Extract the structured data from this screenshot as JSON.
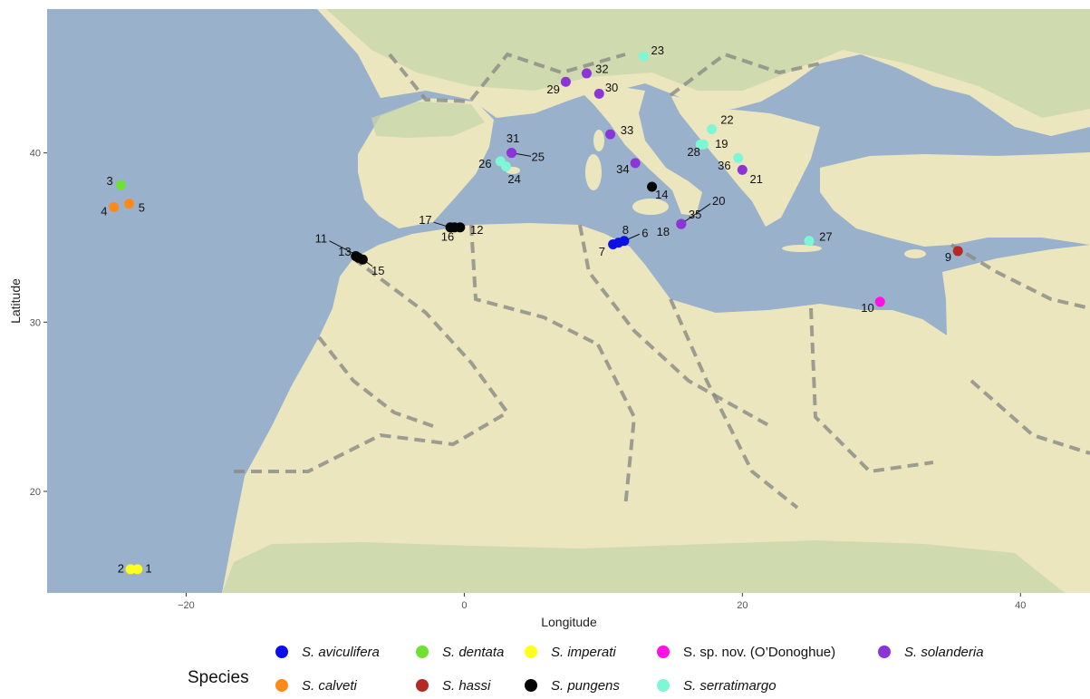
{
  "chart_data": {
    "type": "scatter",
    "xlabel": "Longitude",
    "ylabel": "Latitude",
    "xlim": [
      -30,
      45
    ],
    "ylim": [
      14,
      48.5
    ],
    "xticks": [
      -20,
      0,
      20,
      40
    ],
    "yticks": [
      20,
      30,
      40
    ],
    "xtick_labels": [
      "−20",
      "0",
      "20",
      "40"
    ],
    "ytick_labels": [
      "20",
      "30",
      "40"
    ],
    "grid": false,
    "legend_position": "bottom",
    "legend_title": "Species",
    "series": [
      {
        "name": "S. aviculifera",
        "italic": true,
        "color": "#0a10e6",
        "points": [
          {
            "label": "6",
            "lon": 11.5,
            "lat": 34.8
          },
          {
            "label": "7",
            "lon": 10.7,
            "lat": 34.6
          },
          {
            "label": "8",
            "lon": 11.1,
            "lat": 34.7
          }
        ]
      },
      {
        "name": "S. calveti",
        "italic": true,
        "color": "#ff8a1c",
        "points": [
          {
            "label": "4",
            "lon": -25.2,
            "lat": 36.8
          },
          {
            "label": "5",
            "lon": -24.1,
            "lat": 37.0
          }
        ]
      },
      {
        "name": "S. dentata",
        "italic": true,
        "color": "#6fe034",
        "points": [
          {
            "label": "3",
            "lon": -24.7,
            "lat": 38.1
          }
        ]
      },
      {
        "name": "S. hassi",
        "italic": true,
        "color": "#b32b24",
        "points": [
          {
            "label": "9",
            "lon": 35.5,
            "lat": 34.2
          }
        ]
      },
      {
        "name": "S. imperati",
        "italic": true,
        "color": "#ffff1c",
        "points": [
          {
            "label": "1",
            "lon": -23.5,
            "lat": 15.4
          },
          {
            "label": "2",
            "lon": -24.0,
            "lat": 15.4
          }
        ]
      },
      {
        "name": "S. pungens",
        "italic": true,
        "color": "#050505",
        "points": [
          {
            "label": "11",
            "lon": -7.8,
            "lat": 33.9
          },
          {
            "label": "12",
            "lon": -0.3,
            "lat": 35.6
          },
          {
            "label": "13",
            "lon": -7.6,
            "lat": 33.8
          },
          {
            "label": "14",
            "lon": 13.5,
            "lat": 38.0
          },
          {
            "label": "15",
            "lon": -7.3,
            "lat": 33.7
          },
          {
            "label": "16",
            "lon": -0.7,
            "lat": 35.6
          },
          {
            "label": "17",
            "lon": -1.0,
            "lat": 35.6
          }
        ]
      },
      {
        "name": "S. sp. nov. (O’Donoghue)",
        "italic": false,
        "color": "#ff12e2",
        "points": [
          {
            "label": "10",
            "lon": 29.9,
            "lat": 31.2
          }
        ]
      },
      {
        "name": "S. serratimargo",
        "italic": true,
        "color": "#7df7d6",
        "points": [
          {
            "label": "19",
            "lon": 17.2,
            "lat": 40.5
          },
          {
            "label": "22",
            "lon": 17.8,
            "lat": 41.4
          },
          {
            "label": "23",
            "lon": 12.9,
            "lat": 45.7
          },
          {
            "label": "24",
            "lon": 3.0,
            "lat": 39.2
          },
          {
            "label": "26",
            "lon": 2.6,
            "lat": 39.5
          },
          {
            "label": "27",
            "lon": 24.8,
            "lat": 34.8
          },
          {
            "label": "28",
            "lon": 17.0,
            "lat": 40.5
          },
          {
            "label": "36",
            "lon": 19.7,
            "lat": 39.7
          }
        ]
      },
      {
        "name": "S. solanderia",
        "italic": true,
        "color": "#8c35d6",
        "points": [
          {
            "label": "18",
            "lon": 15.6,
            "lat": 35.8
          },
          {
            "label": "20",
            "lon": 15.6,
            "lat": 35.8
          },
          {
            "label": "21",
            "lon": 20.0,
            "lat": 39.0
          },
          {
            "label": "25",
            "lon": 3.4,
            "lat": 40.0
          },
          {
            "label": "29",
            "lon": 7.3,
            "lat": 44.2
          },
          {
            "label": "30",
            "lon": 9.7,
            "lat": 43.5
          },
          {
            "label": "31",
            "lon": 3.4,
            "lat": 40.0
          },
          {
            "label": "32",
            "lon": 8.8,
            "lat": 44.7
          },
          {
            "label": "33",
            "lon": 10.5,
            "lat": 41.1
          },
          {
            "label": "34",
            "lon": 12.3,
            "lat": 39.4
          },
          {
            "label": "35",
            "lon": 15.6,
            "lat": 35.8
          }
        ]
      }
    ],
    "site_labels": [
      {
        "text": "1",
        "lon": -22.7,
        "lat": 15.4
      },
      {
        "text": "2",
        "lon": -24.7,
        "lat": 15.4
      },
      {
        "text": "3",
        "lon": -25.5,
        "lat": 38.3
      },
      {
        "text": "4",
        "lon": -25.9,
        "lat": 36.5
      },
      {
        "text": "5",
        "lon": -23.2,
        "lat": 36.7
      },
      {
        "text": "6",
        "lon": 13.0,
        "lat": 35.2
      },
      {
        "text": "7",
        "lon": 9.9,
        "lat": 34.1
      },
      {
        "text": "8",
        "lon": 11.6,
        "lat": 35.4
      },
      {
        "text": "9",
        "lon": 34.8,
        "lat": 33.8
      },
      {
        "text": "10",
        "lon": 29.0,
        "lat": 30.8
      },
      {
        "text": "11",
        "lon": -10.3,
        "lat": 34.9
      },
      {
        "text": "12",
        "lon": 0.9,
        "lat": 35.4
      },
      {
        "text": "13",
        "lon": -8.6,
        "lat": 34.1
      },
      {
        "text": "14",
        "lon": 14.2,
        "lat": 37.5
      },
      {
        "text": "15",
        "lon": -6.2,
        "lat": 33.0
      },
      {
        "text": "16",
        "lon": -1.2,
        "lat": 35.0
      },
      {
        "text": "17",
        "lon": -2.8,
        "lat": 36.0
      },
      {
        "text": "18",
        "lon": 14.3,
        "lat": 35.3
      },
      {
        "text": "19",
        "lon": 18.5,
        "lat": 40.5
      },
      {
        "text": "20",
        "lon": 18.3,
        "lat": 37.1
      },
      {
        "text": "21",
        "lon": 21.0,
        "lat": 38.4
      },
      {
        "text": "22",
        "lon": 18.9,
        "lat": 41.9
      },
      {
        "text": "23",
        "lon": 13.9,
        "lat": 46.0
      },
      {
        "text": "24",
        "lon": 3.6,
        "lat": 38.4
      },
      {
        "text": "25",
        "lon": 5.3,
        "lat": 39.7
      },
      {
        "text": "26",
        "lon": 1.5,
        "lat": 39.3
      },
      {
        "text": "27",
        "lon": 26.0,
        "lat": 35.0
      },
      {
        "text": "28",
        "lon": 16.5,
        "lat": 40.0
      },
      {
        "text": "29",
        "lon": 6.4,
        "lat": 43.7
      },
      {
        "text": "30",
        "lon": 10.6,
        "lat": 43.8
      },
      {
        "text": "31",
        "lon": 3.5,
        "lat": 40.8
      },
      {
        "text": "32",
        "lon": 9.9,
        "lat": 44.9
      },
      {
        "text": "33",
        "lon": 11.7,
        "lat": 41.3
      },
      {
        "text": "34",
        "lon": 11.4,
        "lat": 39.0
      },
      {
        "text": "35",
        "lon": 16.6,
        "lat": 36.3
      },
      {
        "text": "36",
        "lon": 18.7,
        "lat": 39.2
      }
    ],
    "leader_lines": [
      {
        "from": {
          "lon": 11.5,
          "lat": 34.8
        },
        "to": {
          "lon": 12.6,
          "lat": 35.2
        }
      },
      {
        "from": {
          "lon": -7.6,
          "lat": 33.9
        },
        "to": {
          "lon": -9.7,
          "lat": 34.8
        }
      },
      {
        "from": {
          "lon": -7.3,
          "lat": 33.7
        },
        "to": {
          "lon": -6.6,
          "lat": 33.3
        }
      },
      {
        "from": {
          "lon": -1.0,
          "lat": 35.6
        },
        "to": {
          "lon": -2.2,
          "lat": 35.9
        }
      },
      {
        "from": {
          "lon": 3.4,
          "lat": 40.0
        },
        "to": {
          "lon": 4.8,
          "lat": 39.8
        }
      },
      {
        "from": {
          "lon": 15.6,
          "lat": 35.8
        },
        "to": {
          "lon": 17.7,
          "lat": 37.0
        }
      }
    ]
  },
  "colors": {
    "sea": "#9ab1cc",
    "land": "#ece6bf",
    "land_green": "#c5d6a8",
    "border": "#8a8a86"
  }
}
